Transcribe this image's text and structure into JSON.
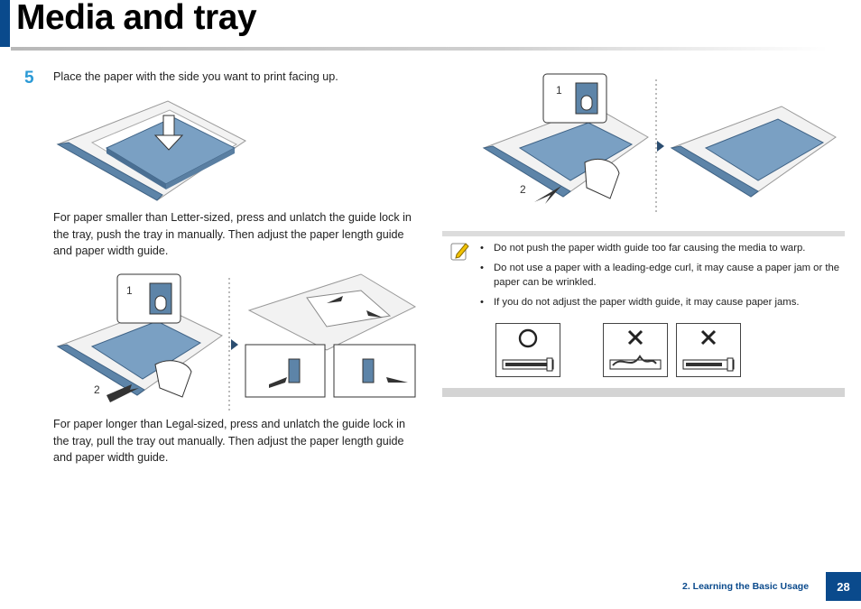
{
  "page_title": "Media and tray",
  "step": {
    "number": "5",
    "text": "Place the paper with the side you want to print facing up."
  },
  "para_smaller": "For paper smaller than Letter-sized, press and unlatch the guide lock in the tray, push the tray in manually. Then adjust the paper length guide and paper width guide.",
  "para_longer": "For paper longer than Legal-sized, press and unlatch the guide lock in the tray, pull the tray out manually. Then adjust the paper length guide and paper width guide.",
  "callouts": {
    "one": "1",
    "two": "2"
  },
  "note": {
    "items": [
      "Do not push the paper width guide too far causing the media to warp.",
      "Do not use a paper with a leading-edge curl, it may cause a paper jam or the paper can be wrinkled.",
      "If you do not adjust the paper width guide, it may cause paper jams."
    ]
  },
  "footer": {
    "chapter": "2. Learning the Basic Usage",
    "page": "28"
  },
  "colors": {
    "brand": "#0a4a8c",
    "step": "#2b9ad6",
    "tray": "#5d84a8"
  }
}
